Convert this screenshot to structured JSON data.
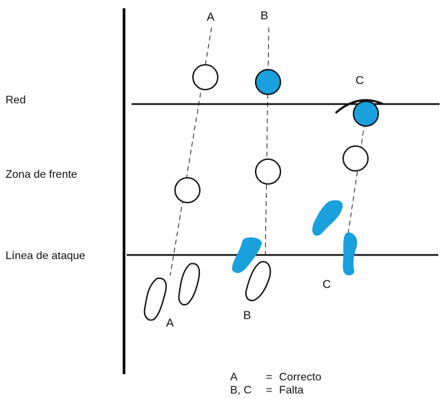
{
  "labels": {
    "net": "Red",
    "front_zone": "Zona de frente",
    "attack_line": "Línea de ataque"
  },
  "trajectories": {
    "a_top": "A",
    "b_top": "B",
    "c_top": "C",
    "a_bottom": "A",
    "b_bottom": "B",
    "c_bottom": "C"
  },
  "legend": {
    "row1_key": "A",
    "row1_eq": "=",
    "row1_value": "Correcto",
    "row2_key": "B, C",
    "row2_eq": "=",
    "row2_value": "Falta"
  },
  "colors": {
    "foul_blue": "#1aa0dc",
    "ink": "#111111"
  }
}
